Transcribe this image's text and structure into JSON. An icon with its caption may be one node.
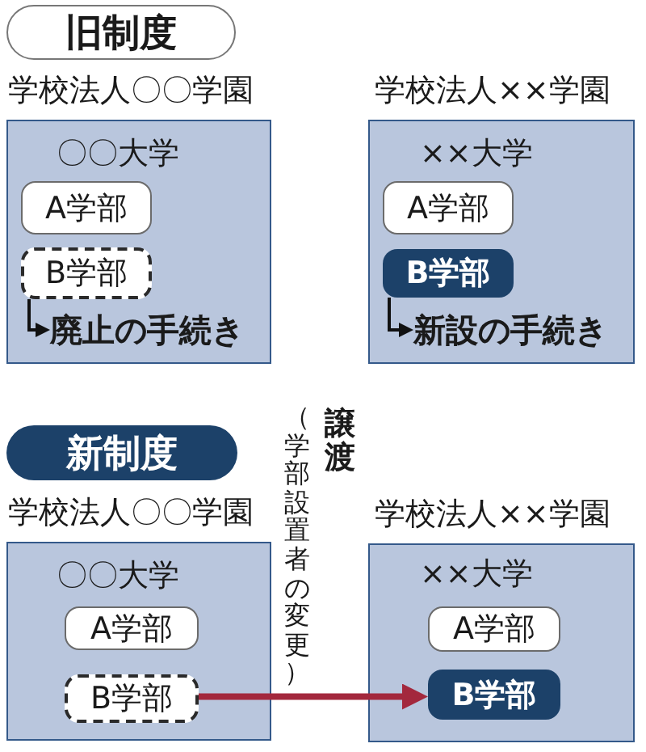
{
  "diagram": {
    "nodes": [
      {
        "text": [
          "旧制度"
        ]
      },
      {
        "text": [
          "学校法人〇〇学園",
          "〇〇大学"
        ]
      },
      {
        "text": [
          "A学部"
        ],
        "in": 1
      },
      {
        "text": [
          "B学部"
        ],
        "in": 1
      },
      {
        "text": [
          "廃止の手続き"
        ],
        "in": 1
      },
      {
        "text": [
          "学校法人××学園",
          "××大学"
        ]
      },
      {
        "text": [
          "A学部"
        ],
        "in": 5
      },
      {
        "text": [
          "B学部"
        ],
        "in": 5
      },
      {
        "text": [
          "新設の手続き"
        ],
        "in": 5
      },
      {
        "text": [
          "新制度"
        ]
      },
      {
        "text": [
          "学校法人〇〇学園",
          "〇〇大学"
        ]
      },
      {
        "text": [
          "A学部"
        ],
        "in": 10
      },
      {
        "text": [
          "B学部"
        ],
        "in": 10
      },
      {
        "text": [
          "学校法人××学園",
          "××大学"
        ]
      },
      {
        "text": [
          "A学部"
        ],
        "in": 13
      },
      {
        "text": [
          "B学部"
        ],
        "in": 13
      }
    ],
    "edges": [
      {
        "from": 3,
        "to": 4,
        "arrow": "to"
      },
      {
        "from": 7,
        "to": 8,
        "arrow": "to"
      },
      {
        "from": 12,
        "to": 15,
        "arrow": "to",
        "style": "thick",
        "color": "#a3283d"
      }
    ],
    "labels": [
      "譲渡",
      "（学部設置者の変更）"
    ]
  }
}
